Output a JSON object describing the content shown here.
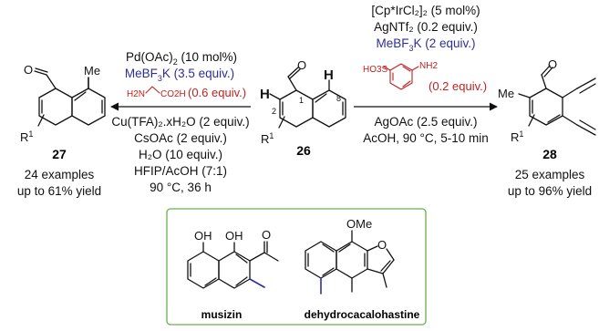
{
  "compounds": {
    "c26": "26",
    "c27": "27",
    "c28": "28"
  },
  "atom_labels": {
    "methyl_27": "Me",
    "methyl_28": "Me",
    "r_group": "R",
    "r_superscript": "1",
    "hydrogen": "H",
    "pos1": "1",
    "pos2": "2",
    "pos8": "8",
    "oh": "OH",
    "ome": "OMe"
  },
  "left_arrow": {
    "above": {
      "catalyst": "Pd(OAc)",
      "catalyst_sub": "2",
      "catalyst_tail": " (10 mol%)",
      "methyl_source": "MeBF",
      "methyl_source_sub": "3",
      "methyl_source_tail": "K (3.5 equiv.)",
      "ligand_amino": "H2N",
      "ligand_acid": "CO2H",
      "ligand_equiv": "(0.6 equiv.)"
    },
    "below": [
      "Cu(TFA)₂.xH₂O (2 equiv.)",
      "CsOAc (2 equiv.)",
      "H₂O (10 equiv.)",
      "HFIP/AcOH (7:1)",
      "90 °C, 36 h"
    ]
  },
  "right_arrow": {
    "above": {
      "catalyst": "[Cp*IrCl₂]₂ (5 mol%)",
      "additive": "AgNTf₂ (0.2 equiv.)",
      "methyl_source": "MeBF",
      "methyl_source_sub": "3",
      "methyl_source_tail": "K (2 equiv.)",
      "ligand_sulfo": "HO3S",
      "ligand_amino": "NH2",
      "ligand_equiv": "(0.2 equiv.)"
    },
    "below": [
      "AgOAc (2.5 equiv.)",
      "AcOH, 90 °C, 5-10 min"
    ]
  },
  "results": {
    "left_examples": "24 examples",
    "left_yield": "up to 61% yield",
    "right_examples": "25 examples",
    "right_yield": "up to 96% yield"
  },
  "natural_products": {
    "musizin": "musizin",
    "dehydrocacalohastine": "dehydrocacalohastine"
  },
  "colors": {
    "blue": "#2d2f9a",
    "red": "#c0221f",
    "box_border": "#6ab04c"
  }
}
